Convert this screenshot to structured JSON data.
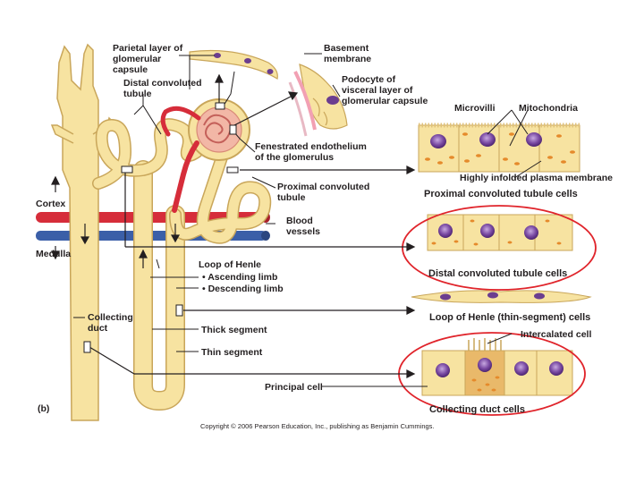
{
  "labels": {
    "parietal": [
      "Parietal layer of",
      "glomerular",
      "capsule"
    ],
    "basement": [
      "Basement",
      "membrane"
    ],
    "podocyte": [
      "Podocyte of",
      "visceral layer of",
      "glomerular capsule"
    ],
    "distal_tubule": [
      "Distal convoluted",
      "tubule"
    ],
    "fenestrated": [
      "Fenestrated endothelium",
      "of the glomerulus"
    ],
    "proximal_tubule": [
      "Proximal convoluted",
      "tubule"
    ],
    "cortex": "Cortex",
    "medulla": "Medulla",
    "blood_vessels": [
      "Blood",
      "vessels"
    ],
    "loop_of_henle": "Loop of Henle",
    "ascending_limb": "• Ascending limb",
    "descending_limb": "• Descending limb",
    "collecting_duct": [
      "Collecting",
      "duct"
    ],
    "thick_segment": "Thick segment",
    "thin_segment": "Thin segment",
    "principal_cell": "Principal cell",
    "microvilli": "Microvilli",
    "mitochondria": "Mitochondria",
    "infolded_membrane": "Highly infolded plasma membrane",
    "intercalated_cell": "Intercalated cell",
    "panel_letter": "(b)"
  },
  "captions": {
    "proximal_cells": "Proximal convoluted tubule cells",
    "distal_cells": "Distal convoluted tubule cells",
    "henle_cells": "Loop of Henle (thin-segment) cells",
    "collecting_cells": "Collecting duct cells"
  },
  "copyright": "Copyright © 2006 Pearson Education, Inc., publishing as Benjamin Cummings.",
  "colors": {
    "tubule_fill": "#f7e3a1",
    "tubule_edge": "#c9a65a",
    "artery": "#d62d3a",
    "vein": "#3b5fa8",
    "nucleus": "#6b3d8f",
    "nucleus_light": "#b89ad0",
    "mito": "#e58a2b",
    "glomerulus": "#f2b7a6",
    "highlight_ring": "#e0242b"
  }
}
